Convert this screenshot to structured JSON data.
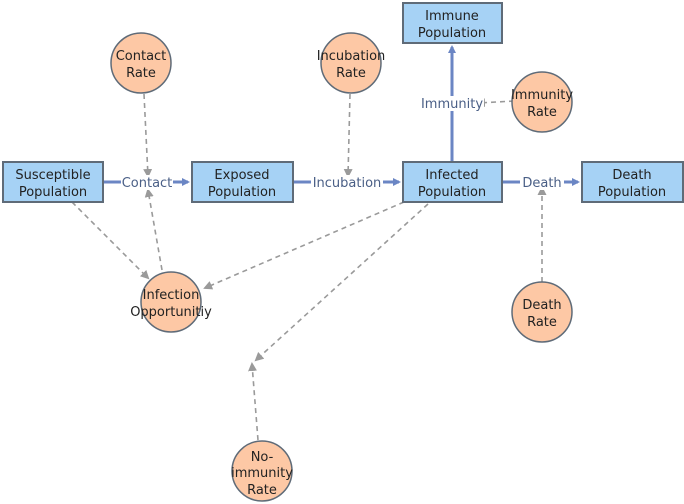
{
  "stocks": {
    "susceptible": [
      "Susceptible",
      "Population"
    ],
    "exposed": [
      "Exposed",
      "Population"
    ],
    "infected": [
      "Infected",
      "Population"
    ],
    "immune": [
      "Immune",
      "Population"
    ],
    "death": [
      "Death",
      "Population"
    ]
  },
  "auxiliaries": {
    "contact_rate": [
      "Contact",
      "Rate"
    ],
    "incubation_rate": [
      "Incubation",
      "Rate"
    ],
    "immunity_rate": [
      "Immunity",
      "Rate"
    ],
    "infection_opportunity": [
      "Infection",
      "Opportunitiy"
    ],
    "death_rate": [
      "Death",
      "Rate"
    ],
    "no_immunity_rate": [
      "No-",
      "immunity",
      "Rate"
    ]
  },
  "flows": {
    "contact": "Contact",
    "incubation": "Incubation",
    "immunity": "Immunity",
    "death": "Death"
  },
  "colors": {
    "stock_fill": "#a6d2f5",
    "aux_fill": "#fdc8a5",
    "flow": "#6b86c4",
    "link": "#9a9a9a"
  }
}
